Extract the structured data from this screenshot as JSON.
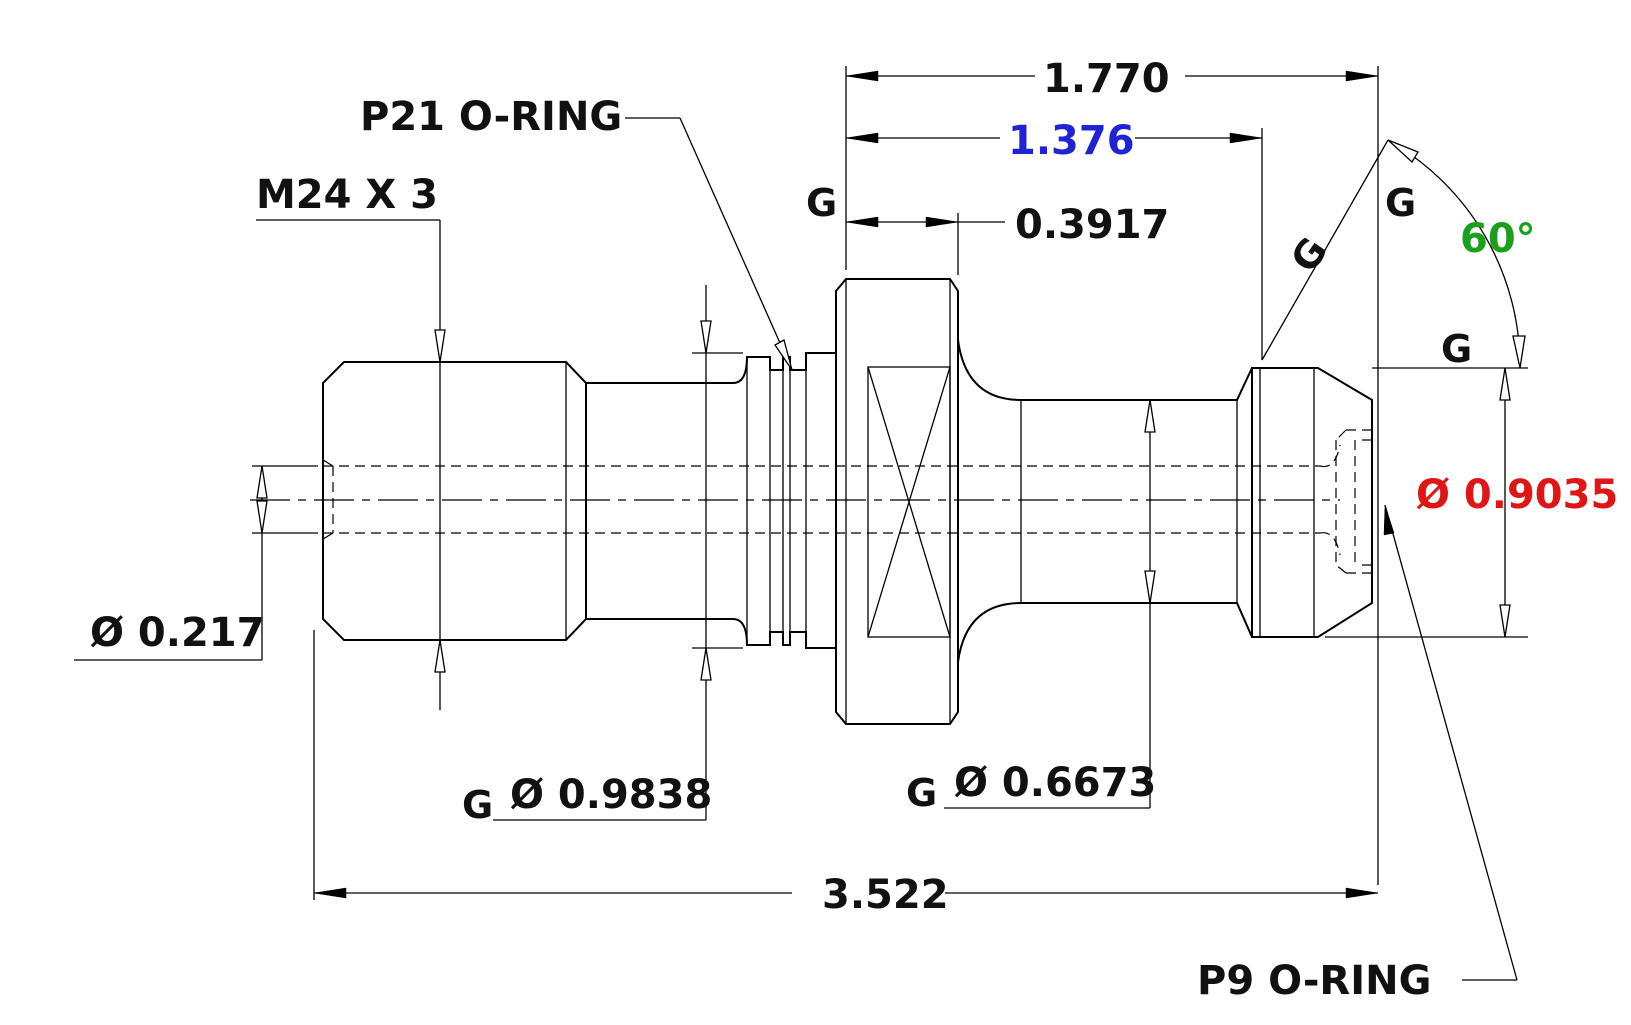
{
  "dimensions": {
    "overall_length": "3.522",
    "flange_to_end": "1.770",
    "flange_to_cone": "1.376",
    "flange_width": "0.3917",
    "thread": "M24 X 3",
    "bore_dia": "Ø 0.217",
    "groove_dia": "Ø 0.9838",
    "neck_dia": "Ø 0.6673",
    "head_dia": "Ø 0.9035",
    "angle": "60°"
  },
  "notes": {
    "p21": "P21 O-RING",
    "p9": "P9 O-RING"
  },
  "symbols": {
    "g": "G"
  },
  "colors": {
    "blue": "#1f23d6",
    "green": "#1aa01a",
    "red": "#e01515"
  }
}
